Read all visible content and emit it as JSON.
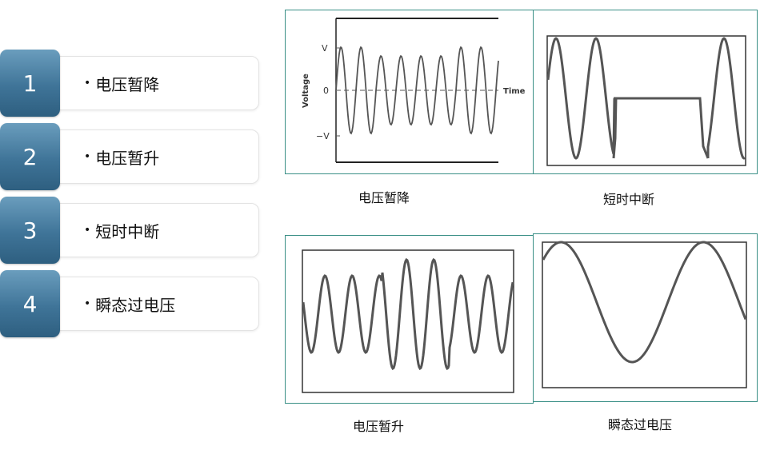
{
  "list": [
    {
      "number": "1",
      "label": "电压暂降"
    },
    {
      "number": "2",
      "label": "电压暂升"
    },
    {
      "number": "3",
      "label": "短时中断"
    },
    {
      "number": "4",
      "label": "瞬态过电压"
    }
  ],
  "panels": {
    "sag": {
      "caption": "电压暂降",
      "y_axis_label": "Voltage",
      "x_axis_label": "Time",
      "ticks": {
        "top": "V",
        "zero": "0",
        "bottom": "−V"
      }
    },
    "interruption": {
      "caption": "短时中断"
    },
    "swell": {
      "caption": "电压暂升"
    },
    "transient": {
      "caption": "瞬态过电压"
    }
  },
  "colors": {
    "number_box": "#3f7498",
    "panel_border": "#3a8f86",
    "waveform": "#333333"
  }
}
